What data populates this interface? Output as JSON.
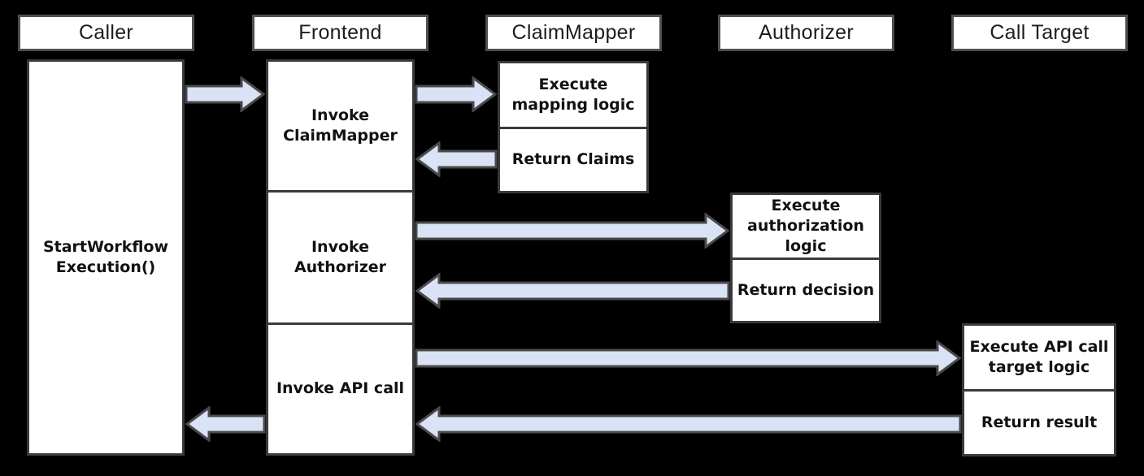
{
  "diagram": {
    "lanes": [
      {
        "label": "Caller"
      },
      {
        "label": "Frontend"
      },
      {
        "label": "ClaimMapper"
      },
      {
        "label": "Authorizer"
      },
      {
        "label": "Call Target"
      }
    ],
    "caller": {
      "activation_label": "StartWorkflow\nExecution()"
    },
    "frontend": {
      "steps": [
        {
          "label": "Invoke\nClaimMapper"
        },
        {
          "label": "Invoke\nAuthorizer"
        },
        {
          "label": "Invoke API call"
        }
      ]
    },
    "claim_mapper": {
      "steps": [
        {
          "label": "Execute\nmapping logic"
        },
        {
          "label": "Return Claims"
        }
      ]
    },
    "authorizer": {
      "steps": [
        {
          "label": "Execute\nauthorization\nlogic"
        },
        {
          "label": "Return decision"
        }
      ]
    },
    "call_target": {
      "steps": [
        {
          "label": "Execute API call\ntarget logic"
        },
        {
          "label": "Return result"
        }
      ]
    },
    "arrows": [
      {
        "name": "caller-to-frontend",
        "direction": "right"
      },
      {
        "name": "frontend-to-claimmapper",
        "direction": "right"
      },
      {
        "name": "claimmapper-to-frontend-return",
        "direction": "left"
      },
      {
        "name": "frontend-to-authorizer",
        "direction": "right"
      },
      {
        "name": "authorizer-to-frontend-return",
        "direction": "left"
      },
      {
        "name": "frontend-to-calltarget",
        "direction": "right"
      },
      {
        "name": "calltarget-to-frontend-return",
        "direction": "left"
      },
      {
        "name": "frontend-to-caller-return",
        "direction": "left"
      }
    ],
    "colors": {
      "background": "#000000",
      "box_fill": "#ffffff",
      "box_border": "#3a3a3a",
      "header_border": "#4f4f4f",
      "arrow_fill": "#d9e3f5",
      "arrow_stroke": "#4a4a4a",
      "header_text": "#1d1d1d",
      "label_text": "#111111"
    }
  }
}
